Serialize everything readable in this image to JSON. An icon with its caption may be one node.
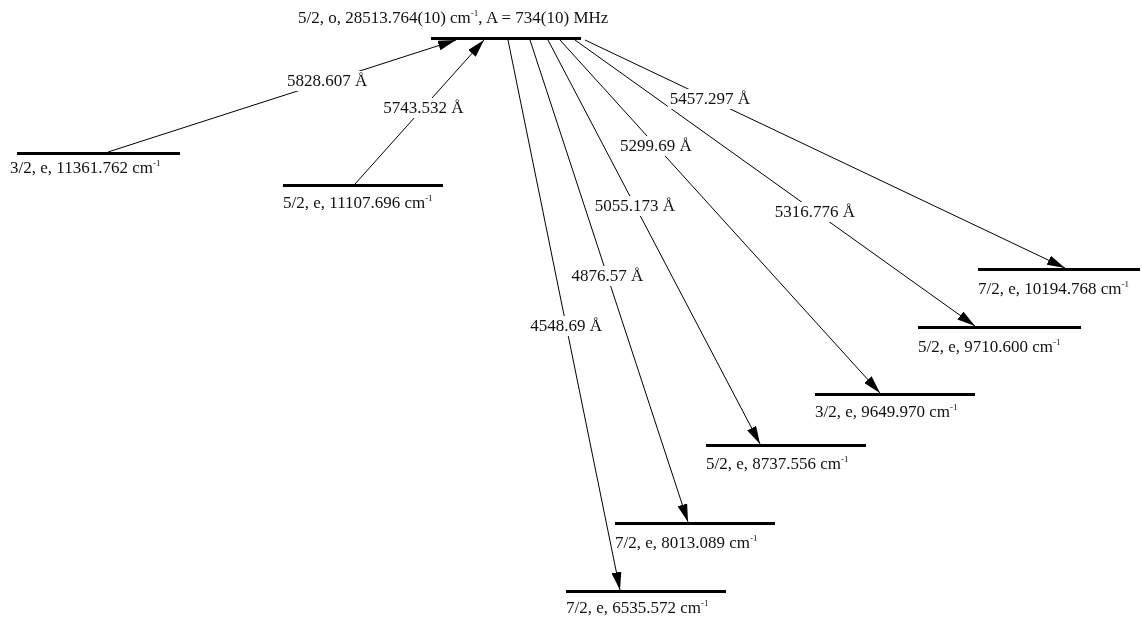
{
  "diagram": {
    "nodes": [
      {
        "text": [
          "5/2, o, 28513.764(10) cm$^{-1}$, A = 734(10) MHz"
        ]
      },
      {
        "text": [
          "3/2, e, 11361.762 cm$^{-1}$"
        ]
      },
      {
        "text": [
          "5/2, e, 11107.696 cm$^{-1}$"
        ]
      },
      {
        "text": [
          "7/2, e, 6535.572 cm$^{-1}$"
        ]
      },
      {
        "text": [
          "7/2, e, 8013.089 cm$^{-1}$"
        ]
      },
      {
        "text": [
          "5/2, e, 8737.556 cm$^{-1}$"
        ]
      },
      {
        "text": [
          "3/2, e, 9649.970 cm$^{-1}$"
        ]
      },
      {
        "text": [
          "5/2, e, 9710.600 cm$^{-1}$"
        ]
      },
      {
        "text": [
          "7/2, e, 10194.768 cm$^{-1}$"
        ]
      }
    ],
    "edges": [
      {
        "from": 1,
        "to": 0,
        "arrow": "to",
        "label": "5828.607 Å"
      },
      {
        "from": 2,
        "to": 0,
        "arrow": "to",
        "label": "5743.532 Å"
      },
      {
        "from": 0,
        "to": 3,
        "arrow": "to",
        "label": "4548.69 Å"
      },
      {
        "from": 0,
        "to": 4,
        "arrow": "to",
        "label": "4876.57 Å"
      },
      {
        "from": 0,
        "to": 5,
        "arrow": "to",
        "label": "5055.173 Å"
      },
      {
        "from": 0,
        "to": 6,
        "arrow": "to",
        "label": "5299.69 Å"
      },
      {
        "from": 0,
        "to": 7,
        "arrow": "to",
        "label": "5316.776 Å"
      },
      {
        "from": 0,
        "to": 8,
        "arrow": "to",
        "label": "5457.297 Å"
      }
    ]
  }
}
